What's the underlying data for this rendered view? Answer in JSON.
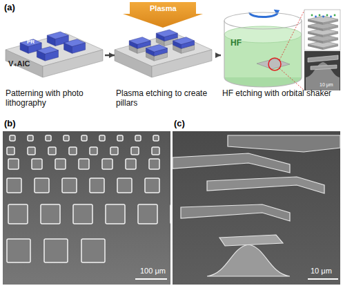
{
  "diagram": {
    "nodes": [
      {
        "text": [
          "Patterning with photo lithography"
        ]
      },
      {
        "text": [
          "Plasma etching to create pillars"
        ]
      },
      {
        "text": [
          "HF etching with orbital shaker"
        ]
      }
    ],
    "edges": [
      {
        "from": 0,
        "to": 1,
        "arrow": "to"
      },
      {
        "from": 1,
        "to": 2,
        "arrow": "to"
      }
    ],
    "labels": [
      "(a)",
      "Plasma",
      "PR",
      "V₄AlC",
      "HF",
      "10 μm",
      "(b)",
      "100 μm",
      "(c)",
      "10 μm"
    ]
  }
}
